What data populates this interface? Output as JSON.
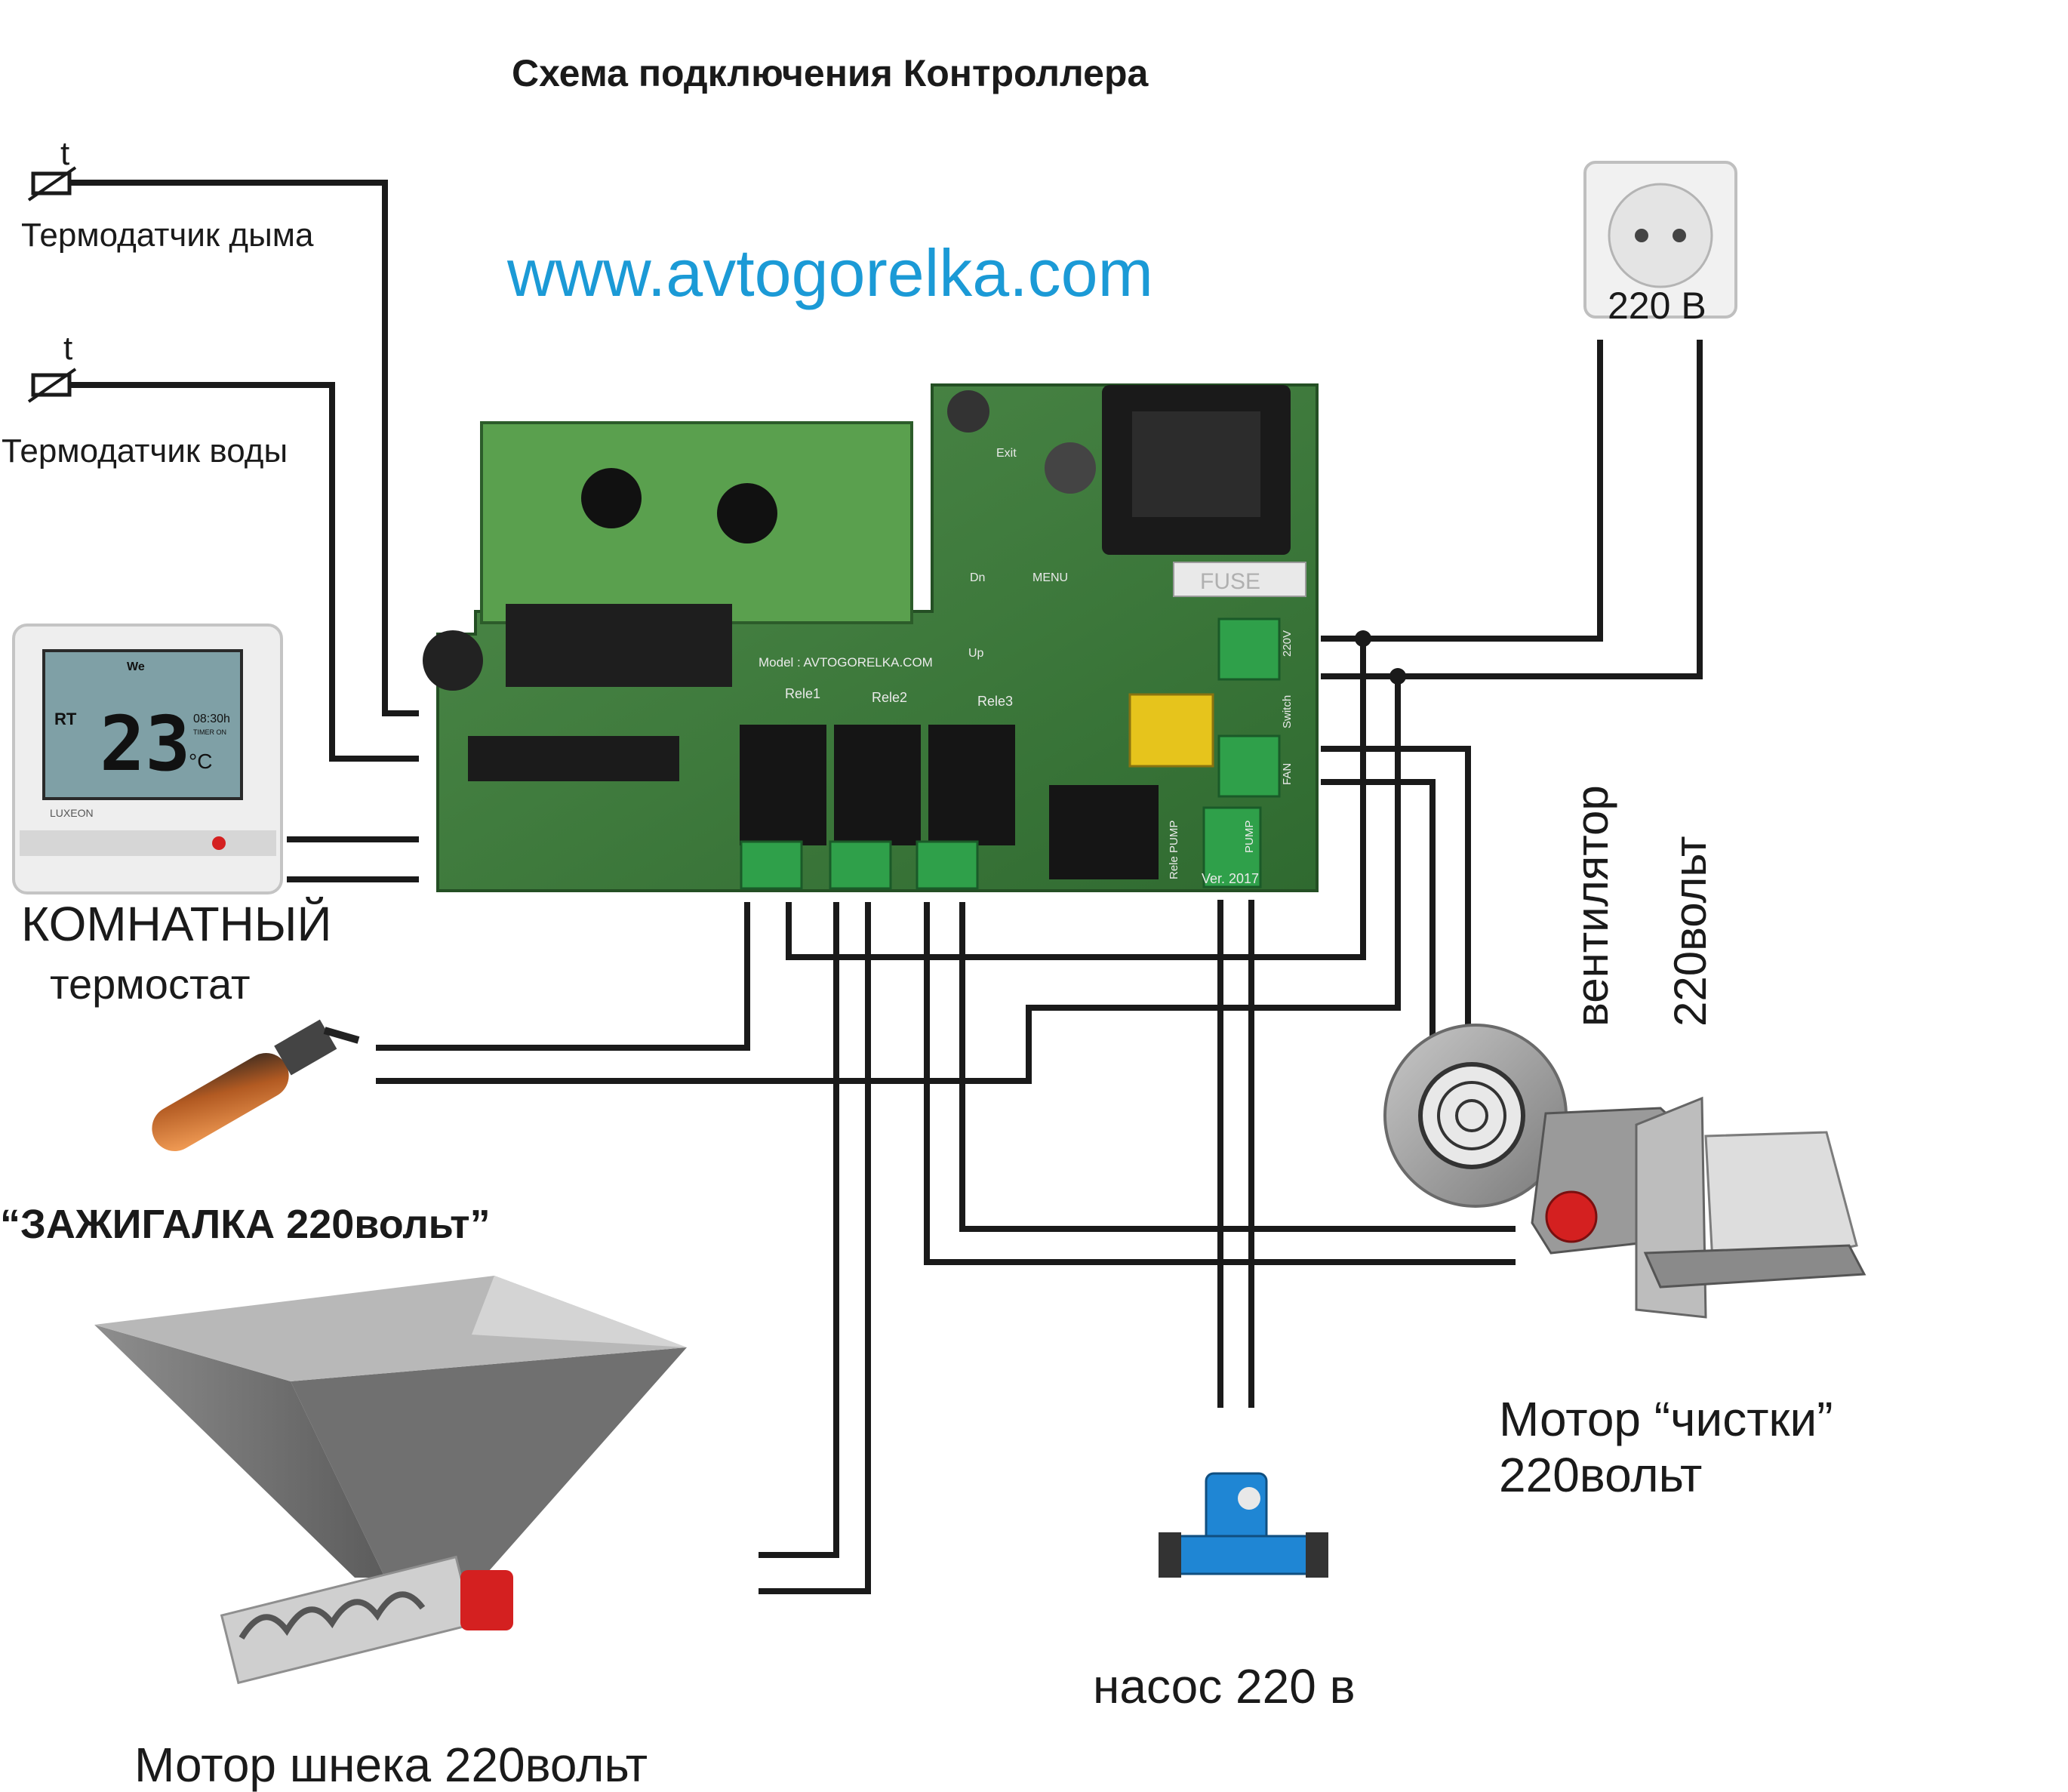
{
  "title": "Схема подключения Контроллера",
  "website": "www.avtogorelka.com",
  "board": {
    "model_text": "Model : AVTOGORELKA.COM",
    "version_text": "Ver. 2017",
    "relay_labels": [
      "Rele1",
      "Rele2",
      "Rele3"
    ],
    "button_labels": [
      "Exit",
      "Dn",
      "MENU",
      "Up"
    ],
    "fuse_text": "FUSE",
    "connector_labels": [
      "220V",
      "Switch",
      "FAN",
      "PUMP",
      "Rele PUMP"
    ]
  },
  "sensors": {
    "smoke": {
      "symbol": "t",
      "label": "Термодатчик дыма"
    },
    "water": {
      "symbol": "t",
      "label": "Термодатчик воды"
    }
  },
  "thermostat": {
    "label_line1": "КОМНАТНЫЙ",
    "label_line2": "термостат",
    "display_day": "We",
    "display_mode": "RT",
    "display_temp": "23",
    "display_unit": "°C",
    "display_time": "08:30h",
    "display_timer": "TIMER ON",
    "brand": "LUXEON"
  },
  "socket": {
    "label": "220 В"
  },
  "fan": {
    "label_line1": "вентилятор",
    "label_line2": "220вольт"
  },
  "igniter": {
    "label": "“ЗАЖИГАЛКА 220вольт”"
  },
  "auger": {
    "label": "Мотор шнека 220вольт"
  },
  "pump": {
    "label": "насос  220 в"
  },
  "cleaning_motor": {
    "label_line1": "Мотор “чистки”",
    "label_line2": "220вольт"
  },
  "colors": {
    "wire": "#1a1a1a",
    "pcb": "#3d7a3a",
    "title_blue": "#1b9ad6",
    "accent_red": "#d42020"
  }
}
